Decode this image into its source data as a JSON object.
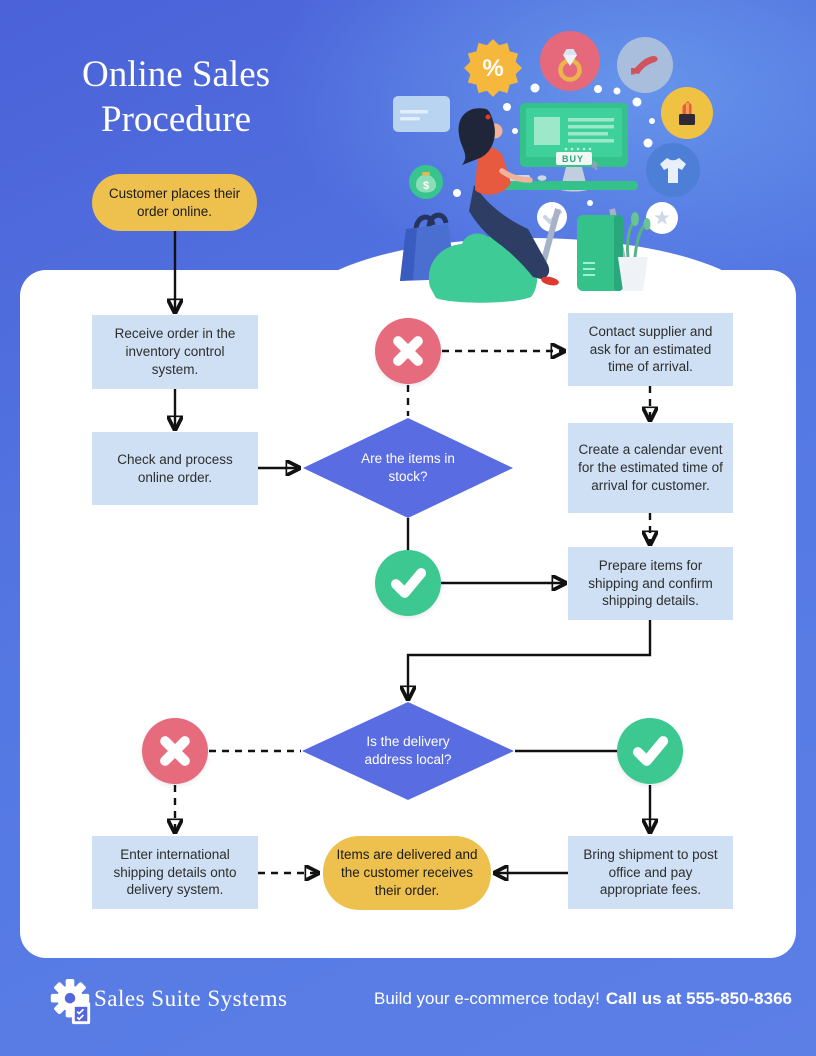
{
  "title": "Online Sales Procedure",
  "flow": {
    "start": "Customer places their order online.",
    "receive": "Receive order in the inventory control system.",
    "check": "Check and process online order.",
    "stock_q": "Are the items in stock?",
    "contact": "Contact supplier and ask for an estimated time of arrival.",
    "calendar": "Create a calendar event for the estimated time of arrival for customer.",
    "prepare": "Prepare items for shipping and confirm shipping details.",
    "local_q": "Is the delivery address local?",
    "intl": "Enter international shipping details onto delivery system.",
    "post": "Bring shipment to post office and pay appropriate fees.",
    "delivered": "Items are delivered and the customer receives their order."
  },
  "illustration": {
    "buy": "BUY",
    "percent": "%",
    "dollar": "$",
    "icons": [
      "discount-badge",
      "ring",
      "shoe",
      "lipstick",
      "tshirt",
      "money-bag",
      "credit-card",
      "shopping-bag",
      "computer-buy-screen",
      "check-bubble",
      "star-bubble"
    ]
  },
  "footer": {
    "brand": "Sales Suite Systems",
    "tagline": "Build your e-commerce today!",
    "phone": "Call us at 555-850-8366"
  },
  "colors": {
    "background_top": "#4b62d8",
    "background_light": "#5c8fe8",
    "step_box_blue": "#cfe0f4",
    "diamond_blue": "#5a6ce2",
    "no_red": "#e66b7c",
    "yes_green": "#3dc891",
    "accent_yellow": "#eec04e",
    "panel_white": "#ffffff"
  }
}
